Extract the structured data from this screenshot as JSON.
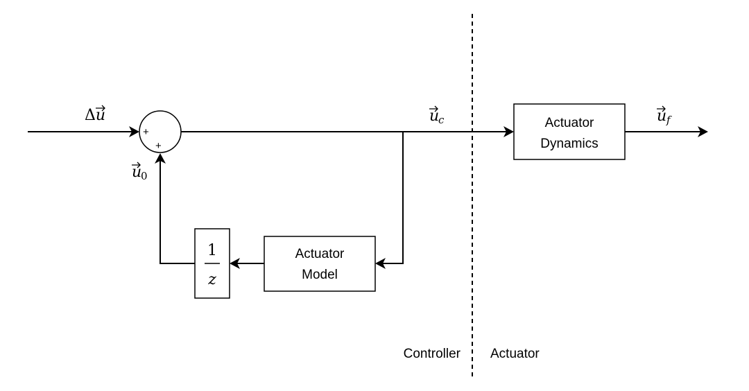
{
  "diagram": {
    "summer": {
      "plus_top": "+",
      "plus_bottom": "+"
    },
    "signals": {
      "delta_u": {
        "prefix": "Δ",
        "var": "u",
        "arrow": "⃗"
      },
      "u_c": {
        "var": "u",
        "sub": "c"
      },
      "u_0": {
        "var": "u",
        "sub": "0"
      },
      "u_f": {
        "var": "u",
        "sub": "f"
      }
    },
    "blocks": {
      "actuator_dynamics": [
        "Actuator",
        "Dynamics"
      ],
      "actuator_model": [
        "Actuator",
        "Model"
      ],
      "delay": {
        "numerator": "1",
        "denominator": "z"
      }
    },
    "regions": {
      "left": "Controller",
      "right": "Actuator"
    }
  }
}
